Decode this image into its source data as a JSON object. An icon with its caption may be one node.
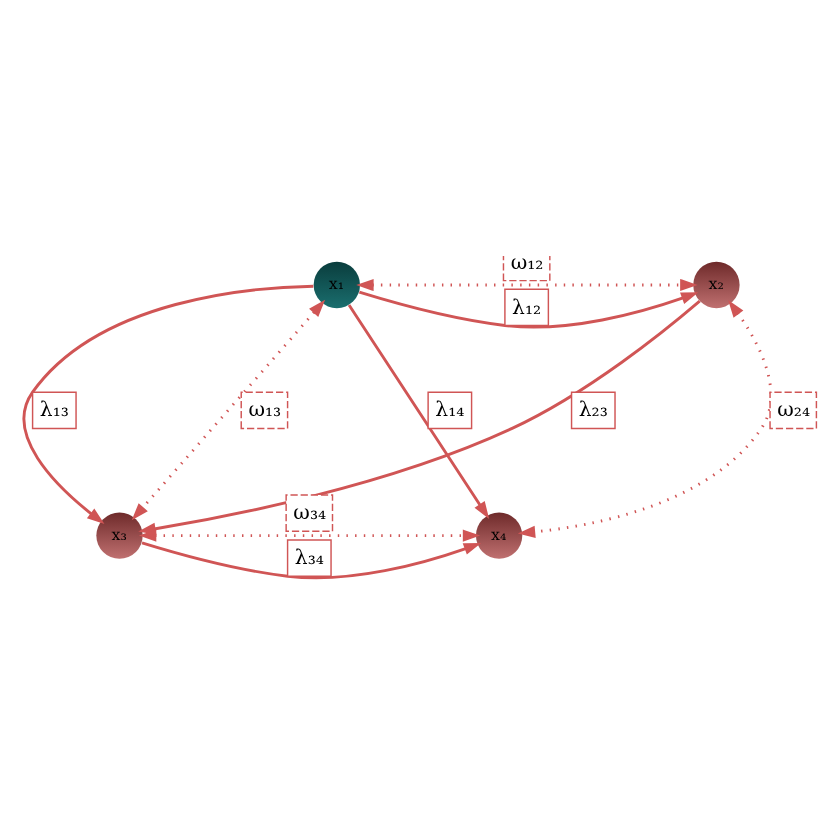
{
  "diagram": {
    "nodes": [
      {
        "text": [
          "x₁"
        ]
      },
      {
        "text": [
          "x₂"
        ]
      },
      {
        "text": [
          "x₃"
        ]
      },
      {
        "text": [
          "x₄"
        ]
      }
    ],
    "edges": [
      {
        "from": 0,
        "to": 1,
        "arrow": "to",
        "label": "λ₁₂"
      },
      {
        "from": 0,
        "to": 3,
        "arrow": "to",
        "label": "λ₁₄"
      },
      {
        "from": 1,
        "to": 2,
        "arrow": "to",
        "label": "λ₂₃"
      },
      {
        "from": 0,
        "to": 2,
        "arrow": "to",
        "label": "λ₁₃"
      },
      {
        "from": 2,
        "to": 3,
        "arrow": "to",
        "label": "λ₃₄"
      },
      {
        "from": 0,
        "to": 1,
        "arrow": "both",
        "label": "ω₁₂",
        "style": "dashed"
      },
      {
        "from": 0,
        "to": 2,
        "arrow": "both",
        "label": "ω₁₃",
        "style": "dashed"
      },
      {
        "from": 1,
        "to": 3,
        "arrow": "both",
        "label": "ω₂₄",
        "style": "dashed"
      },
      {
        "from": 2,
        "to": 3,
        "arrow": "both",
        "label": "ω₃₄",
        "style": "dashed"
      }
    ]
  }
}
